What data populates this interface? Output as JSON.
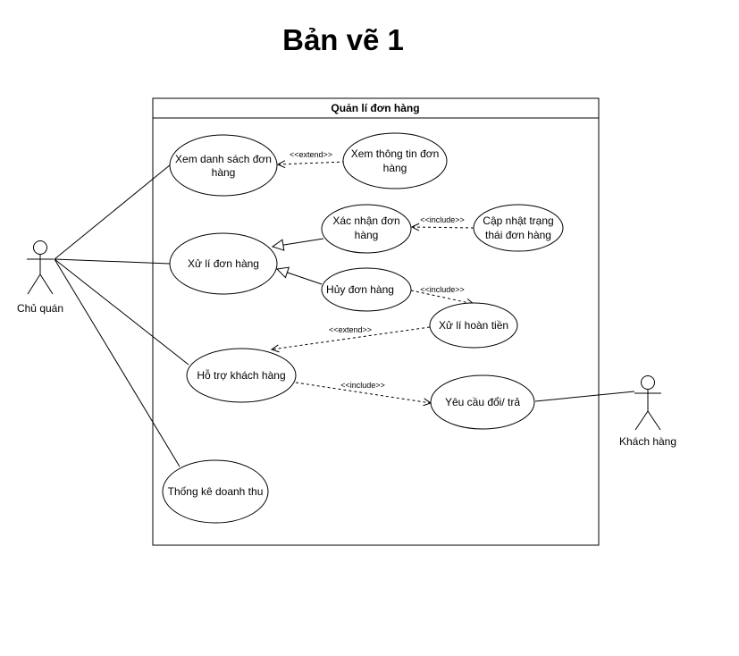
{
  "title": "Bản vẽ 1",
  "system": {
    "name": "Quản lí đơn hàng"
  },
  "actors": {
    "owner": "Chủ quán",
    "customer": "Khách hàng"
  },
  "use_cases": {
    "view_list": [
      "Xem danh sách đơn",
      "hàng"
    ],
    "view_info": [
      "Xem thông tin đơn",
      "hàng"
    ],
    "process": [
      "Xử lí đơn hàng"
    ],
    "confirm": [
      "Xác nhận đơn",
      "hàng"
    ],
    "update_status": [
      "Cập nhật trạng",
      "thái đơn hàng"
    ],
    "cancel": [
      "Hủy đơn hàng"
    ],
    "refund": [
      "Xử lí hoàn tiền"
    ],
    "support": [
      "Hỗ trợ khách hàng"
    ],
    "return_request": [
      "Yêu cầu đổi/ trả"
    ],
    "revenue": [
      "Thống kê doanh thu"
    ]
  },
  "relations": {
    "extend_view": "<<extend>>",
    "include_confirm": "<<include>>",
    "include_cancel": "<<include>>",
    "extend_refund": "<<extend>>",
    "include_support": "<<include>>"
  },
  "colors": {
    "stroke": "#000000",
    "background": "#ffffff"
  }
}
